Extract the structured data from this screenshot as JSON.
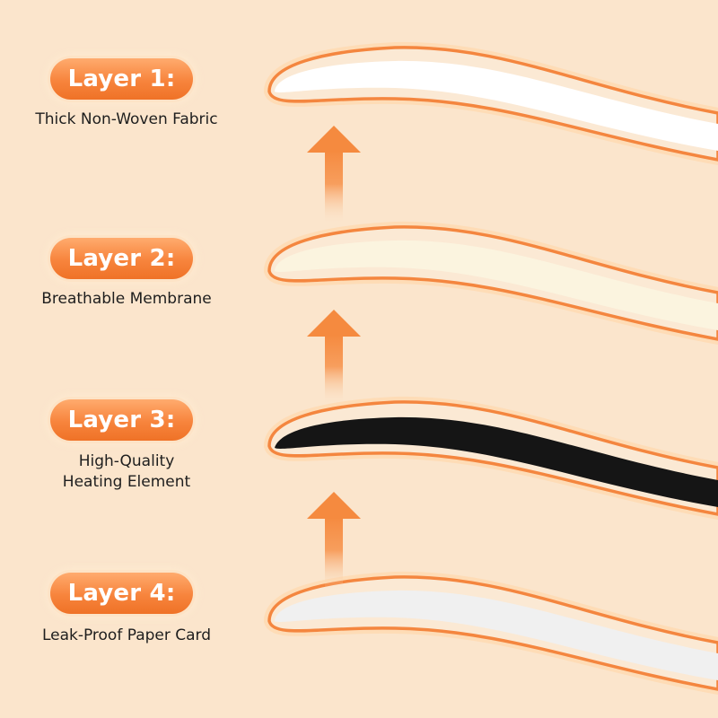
{
  "layers": [
    {
      "title": "Layer 1:",
      "description_lines": [
        "Thick Non-Woven Fabric"
      ],
      "fill": "#ffffff"
    },
    {
      "title": "Layer 2:",
      "description_lines": [
        "Breathable Membrane"
      ],
      "fill": "#fbf4df"
    },
    {
      "title": "Layer 3:",
      "description_lines": [
        "High-Quality",
        "Heating Element"
      ],
      "fill": "#151515"
    },
    {
      "title": "Layer 4:",
      "description_lines": [
        "Leak-Proof Paper Card"
      ],
      "fill": "#f0f0f0"
    }
  ],
  "colors": {
    "background": "#fbe5cc",
    "accent": "#f7843c",
    "arrow": "#f58a3f",
    "text": "#1e1e1e"
  },
  "icons": [
    "arrow-up-icon",
    "arrow-up-icon",
    "arrow-up-icon"
  ]
}
